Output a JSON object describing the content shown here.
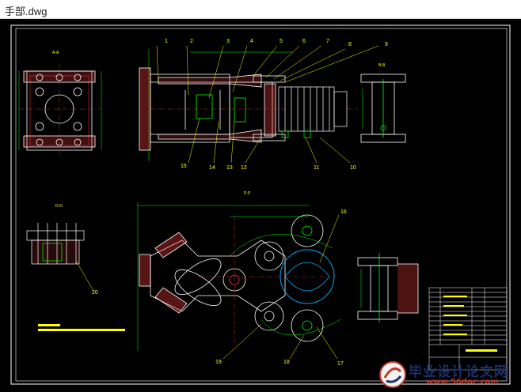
{
  "window": {
    "title": "手部.dwg"
  },
  "drawing": {
    "section_labels": {
      "aa": "A-A",
      "bb": "B-B",
      "pp": "P-P",
      "dd": "D-D"
    },
    "part_numbers": [
      "1",
      "2",
      "3",
      "4",
      "5",
      "6",
      "7",
      "8",
      "9",
      "10",
      "11",
      "12",
      "13",
      "14",
      "15",
      "16",
      "17",
      "18",
      "19",
      "20"
    ],
    "colors": {
      "outline": "#ffffff",
      "dimension": "#00ff00",
      "hatch": "#ff3b3b",
      "leader": "#ffff00",
      "centerline": "#ff3b3b",
      "text": "#ffff00"
    }
  },
  "watermark": {
    "title": "毕业设计论文网",
    "url": "www.56doc.com"
  }
}
